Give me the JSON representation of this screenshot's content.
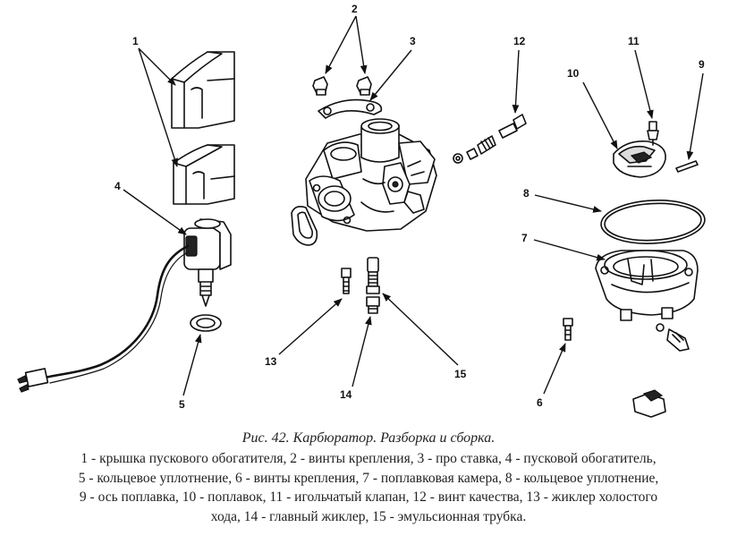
{
  "figure": {
    "title": "Рис. 42. Карбюратор. Разборка и сборка.",
    "legend_lines": [
      "1 - крышка пускового обогатителя, 2 - винты крепления, 3 - про ставка, 4 - пусковой обогатитель,",
      "5 - кольцевое уплотнение, 6 - винты крепления, 7 - поплавковая камера, 8 - кольцевое уплотнение,",
      "9 - ось поплавка, 10 - поплавок, 11 - игольчатый клапан, 12 - винт качества, 13 - жиклер холостого",
      "хода, 14 - главный жиклер, 15 - эмульсионная трубка."
    ]
  },
  "callouts": {
    "c1": "1",
    "c2": "2",
    "c3": "3",
    "c4": "4",
    "c5": "5",
    "c6": "6",
    "c7": "7",
    "c8": "8",
    "c9": "9",
    "c10": "10",
    "c11": "11",
    "c12": "12",
    "c13": "13",
    "c14": "14",
    "c15": "15"
  },
  "colors": {
    "ink": "#111111",
    "background": "#ffffff"
  }
}
